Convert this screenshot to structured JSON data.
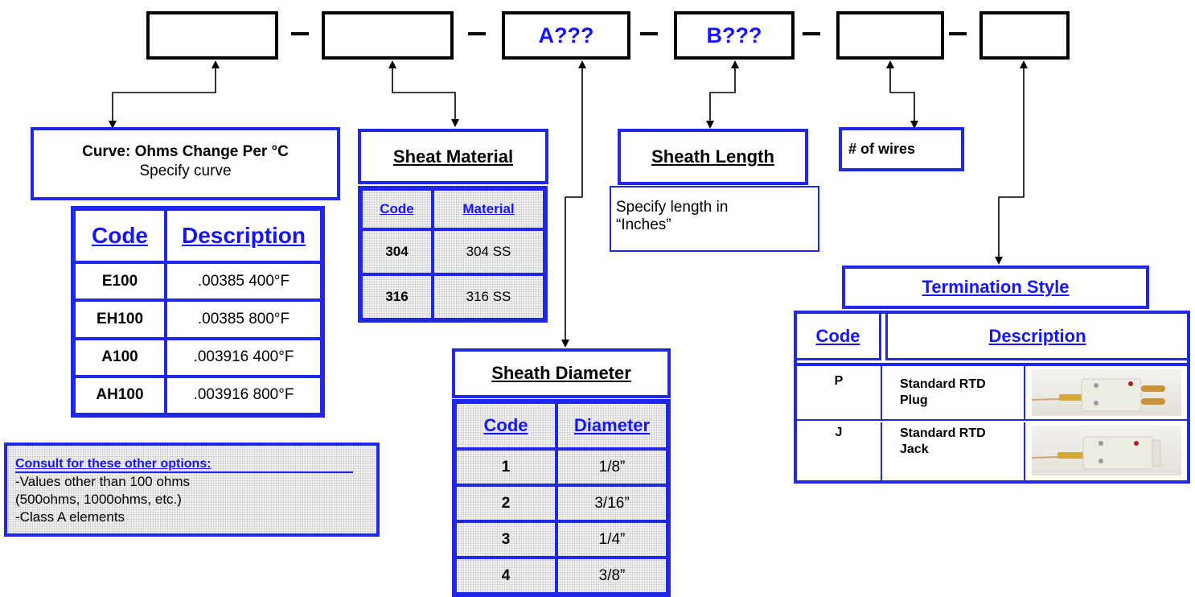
{
  "part_number": {
    "boxes": [
      "",
      "",
      "A???",
      "B???",
      "",
      ""
    ],
    "separator": "–"
  },
  "curve": {
    "title": "Curve: Ohms Change Per °C",
    "subtitle": "Specify curve",
    "headers": [
      "Code",
      "Description"
    ],
    "rows": [
      [
        "E100",
        ".00385 400°F"
      ],
      [
        "EH100",
        ".00385 800°F"
      ],
      [
        "A100",
        ".003916 400°F"
      ],
      [
        "AH100",
        ".003916 800°F"
      ]
    ]
  },
  "consult": {
    "title": "Consult for these other options:",
    "lines": [
      "-Values other than 100 ohms",
      "(500ohms, 1000ohms, etc.)",
      "-Class A elements"
    ]
  },
  "sheath_material": {
    "title": "Sheat Material",
    "headers": [
      "Code",
      "Material"
    ],
    "rows": [
      [
        "304",
        "304 SS"
      ],
      [
        "316",
        "316 SS"
      ]
    ]
  },
  "sheath_diameter": {
    "title": "Sheath Diameter",
    "headers": [
      "Code",
      "Diameter"
    ],
    "rows": [
      [
        "1",
        "1/8”"
      ],
      [
        "2",
        "3/16”"
      ],
      [
        "3",
        "1/4”"
      ],
      [
        "4",
        "3/8”"
      ]
    ]
  },
  "sheath_length": {
    "title": "Sheath Length",
    "note": "Specify length in “Inches”"
  },
  "wires": {
    "title": "# of wires"
  },
  "termination": {
    "title": "Termination Style",
    "headers": [
      "Code",
      "Description"
    ],
    "rows": [
      {
        "code": "P",
        "desc": "Standard RTD Plug",
        "image": "rtd-plug-connector-photo"
      },
      {
        "code": "J",
        "desc": "Standard RTD Jack",
        "image": "rtd-jack-connector-photo"
      }
    ]
  },
  "colors": {
    "blue_border": "#1f28e6",
    "blue_text": "#1414ff"
  }
}
